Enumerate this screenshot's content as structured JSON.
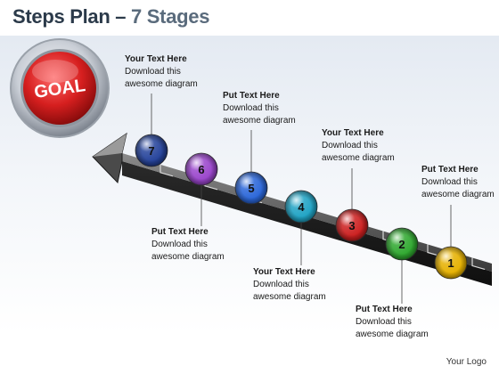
{
  "title": {
    "main": "Steps Plan",
    "dash": " – ",
    "sub": "7 Stages"
  },
  "goal": {
    "label": "GOAL"
  },
  "stages": [
    {
      "number": "1",
      "color": "#e6b100",
      "heading": "Put Text Here",
      "line1": "Download this",
      "line2": "awesome diagram"
    },
    {
      "number": "2",
      "color": "#2fa82f",
      "heading": "Put Text Here",
      "line1": "Download this",
      "line2": "awesome diagram"
    },
    {
      "number": "3",
      "color": "#cc1f1f",
      "heading": "Your Text Here",
      "line1": "Download this",
      "line2": "awesome diagram"
    },
    {
      "number": "4",
      "color": "#1fa3c4",
      "heading": "Your Text Here",
      "line1": "Download this",
      "line2": "awesome diagram"
    },
    {
      "number": "5",
      "color": "#2a66d9",
      "heading": "Put Text Here",
      "line1": "Download this",
      "line2": "awesome diagram"
    },
    {
      "number": "6",
      "color": "#9a45cc",
      "heading": "Put Text Here",
      "line1": "Download this",
      "line2": "awesome diagram"
    },
    {
      "number": "7",
      "color": "#24429a",
      "heading": "Your Text Here",
      "line1": "Download this",
      "line2": "awesome diagram"
    }
  ],
  "footer": "Your Logo"
}
